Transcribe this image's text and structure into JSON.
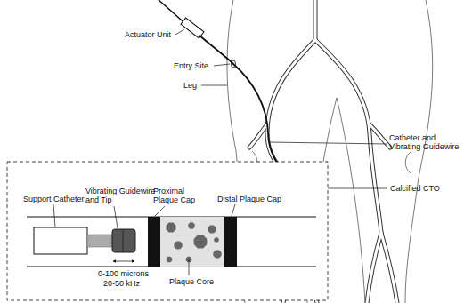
{
  "diagram": {
    "labels": [
      "Actuator Unit",
      "Entry Site",
      "Leg",
      "Catheter and Vibrating Guidewire",
      "Calcified CTO",
      "Support Catheter",
      "Vibrating Guidewire and Tip",
      "Proximal Plaque Cap",
      "Distal Plaque Cap",
      "0-100 microns",
      "20-50 kHz",
      "Plaque Core"
    ]
  }
}
